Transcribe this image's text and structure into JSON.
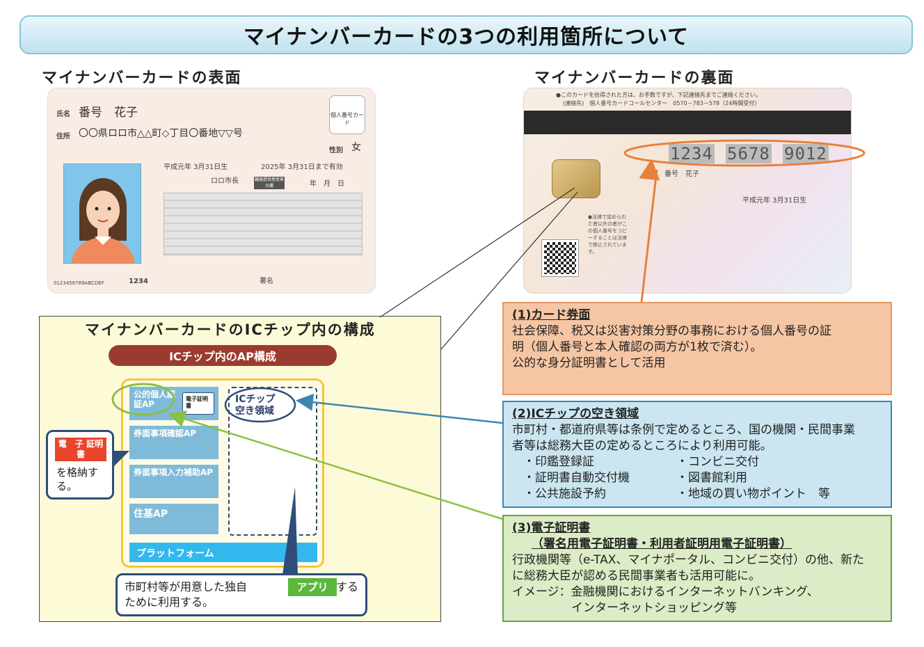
{
  "title": "マイナンバーカードの3つの利用箇所について",
  "front": {
    "heading": "マイナンバーカードの表面",
    "name_label": "氏名",
    "name": "番号　花子",
    "address_label": "住所",
    "address": "〇〇県ロロ市△△町◇丁目〇番地▽▽号",
    "sex_label": "性別",
    "sex": "女",
    "birth": "平成元年 3月31日生",
    "valid": "2025年 3月31日まで有効",
    "issuer": "ロロ市長",
    "date_fields": "年　月　日",
    "number_box": "個人番号カード",
    "code": "0123456789ABCDEF",
    "pin": "1234",
    "signature": "署名",
    "stamp": "臓器提供意思表示欄"
  },
  "back": {
    "heading": "マイナンバーカードの裏面",
    "notice": "●このカードを拾得された方は、お手数ですが、下記連絡先までご連絡ください。",
    "contact": "(連絡先)　個人番号カードコールセンター　0570－783－578（24時間受付）",
    "numbers": [
      "1234",
      "5678",
      "9012"
    ],
    "name": "氏名　番号　花子",
    "birth": "平成元年 3月31日生",
    "side_note": "●法律で認められた者以外の者がこの個人番号をコピーすることは法律で禁止されています。"
  },
  "ic": {
    "heading": "マイナンバーカードのICチップ内の構成",
    "pill": "ICチップ内のAP構成",
    "apps": [
      "公的個人認証AP",
      "券面事項確認AP",
      "券面事項入力補助AP",
      "住基AP"
    ],
    "cert_tag": "電子証明書",
    "free_area": "ICチップ空き領域",
    "platform": "プラットフォーム",
    "store_badge": "電　子 証明書",
    "store_text": "を格納する。",
    "note": "市町村等が用意した独自　　　　　　搭載するために利用する。",
    "app_badge": "アプリ"
  },
  "box1": {
    "heading": "(1)カード券面",
    "lines": [
      "社会保障、税又は災害対策分野の事務における個人番号の証",
      "明（個人番号と本人確認の両方が1枚で済む）。",
      "公的な身分証明書として活用"
    ]
  },
  "box2": {
    "heading": "(2)ICチップの空き領域",
    "lines": [
      "市町村・都道府県等は条例で定めるところ、国の機関・民間事業",
      "者等は総務大臣の定めるところにより利用可能。"
    ],
    "items": [
      "・印鑑登録証",
      "・コンビニ交付",
      "・証明書自動交付機",
      "・図書館利用",
      "・公共施設予約",
      "・地域の買い物ポイント　等"
    ]
  },
  "box3": {
    "heading": "(3)電子証明書",
    "subheading": "（署名用電子証明書・利用者証明用電子証明書）",
    "lines": [
      "行政機関等（e-TAX、マイナポータル、コンビニ交付）の他、新た",
      "に総務大臣が認める民間事業者も活用可能に。",
      "イメージ：金融機関におけるインターネットバンキング、",
      "　　　　　インターネットショッピング等"
    ]
  },
  "colors": {
    "orange": "#e7813a",
    "blue": "#3d86b0",
    "green": "#8cc043",
    "maroon": "#9b3b2f"
  }
}
